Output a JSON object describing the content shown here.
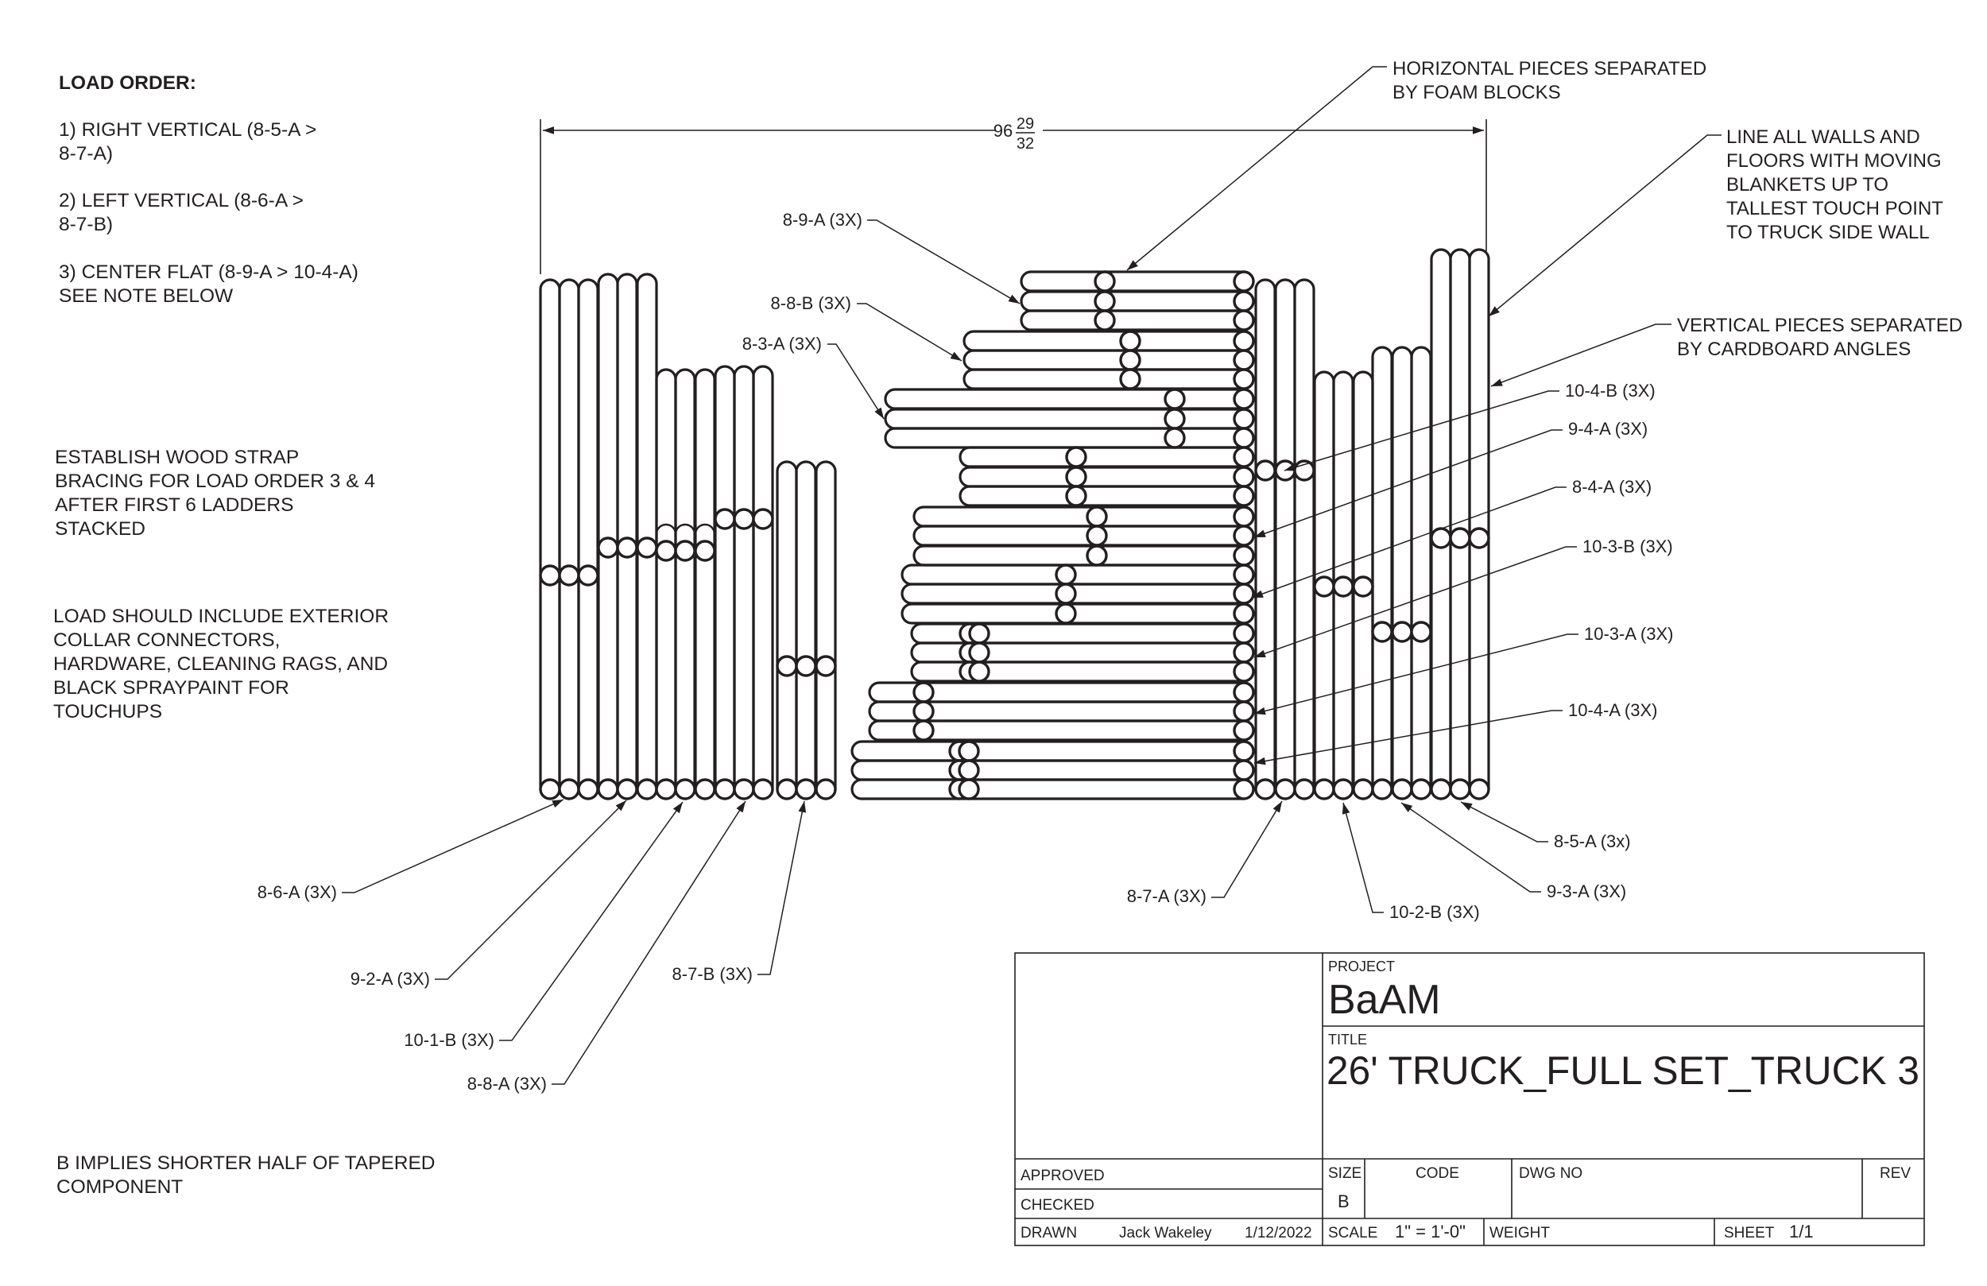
{
  "notes": {
    "load_order_title": "LOAD ORDER:",
    "step1": "1) RIGHT VERTICAL (8-5-A >\n8-7-A)",
    "step2": "2) LEFT VERTICAL (8-6-A >\n8-7-B)",
    "step3": "3) CENTER FLAT (8-9-A > 10-4-A)\nSEE NOTE BELOW",
    "bracing": "ESTABLISH WOOD STRAP\nBRACING FOR LOAD ORDER 3 & 4\nAFTER FIRST 6 LADDERS\nSTACKED",
    "include": "LOAD SHOULD INCLUDE EXTERIOR\nCOLLAR CONNECTORS,\nHARDWARE, CLEANING RAGS, AND\nBLACK SPRAYPAINT FOR\nTOUCHUPS",
    "b_implies": "B IMPLIES SHORTER HALF OF TAPERED\nCOMPONENT"
  },
  "callouts": {
    "horizontal": [
      "HORIZONTAL PIECES SEPARATED",
      "BY FOAM BLOCKS"
    ],
    "blankets": [
      "LINE ALL WALLS AND",
      "FLOORS WITH MOVING",
      "BLANKETS UP TO",
      "TALLEST TOUCH POINT",
      "TO TRUCK SIDE WALL"
    ],
    "vertical": [
      "VERTICAL PIECES SEPARATED",
      "BY CARDBOARD ANGLES"
    ]
  },
  "dimension": {
    "whole": "96",
    "num": "29",
    "den": "32"
  },
  "labels": {
    "l_8_9_A": "8-9-A (3X)",
    "l_8_8_B": "8-8-B (3X)",
    "l_8_3_A": "8-3-A (3X)",
    "l_10_4_B": "10-4-B (3X)",
    "l_9_4_A": "9-4-A (3X)",
    "l_8_4_A": "8-4-A (3X)",
    "l_10_3_B": "10-3-B (3X)",
    "l_10_3_A": "10-3-A (3X)",
    "l_10_4_A": "10-4-A (3X)",
    "l_8_5_A": "8-5-A (3x)",
    "l_9_3_A": "9-3-A (3X)",
    "l_10_2_B": "10-2-B (3X)",
    "l_8_7_A": "8-7-A (3X)",
    "l_8_6_A": "8-6-A (3X)",
    "l_9_2_A": "9-2-A (3X)",
    "l_10_1_B": "10-1-B (3X)",
    "l_8_8_A": "8-8-A (3X)",
    "l_8_7_B": "8-7-B (3X)"
  },
  "title_block": {
    "project_label": "PROJECT",
    "project": "BaAM",
    "title_label": "TITLE",
    "title": "26' TRUCK_FULL SET_TRUCK 3",
    "approved_label": "APPROVED",
    "checked_label": "CHECKED",
    "drawn_label": "DRAWN",
    "drawn_by": "Jack Wakeley",
    "drawn_date": "1/12/2022",
    "size_label": "SIZE",
    "size": "B",
    "code_label": "CODE",
    "dwg_label": "DWG NO",
    "rev_label": "REV",
    "scale_label": "SCALE",
    "scale": "1\" = 1'-0\"",
    "weight_label": "WEIGHT",
    "sheet_label": "SHEET",
    "sheet": "1/1"
  }
}
